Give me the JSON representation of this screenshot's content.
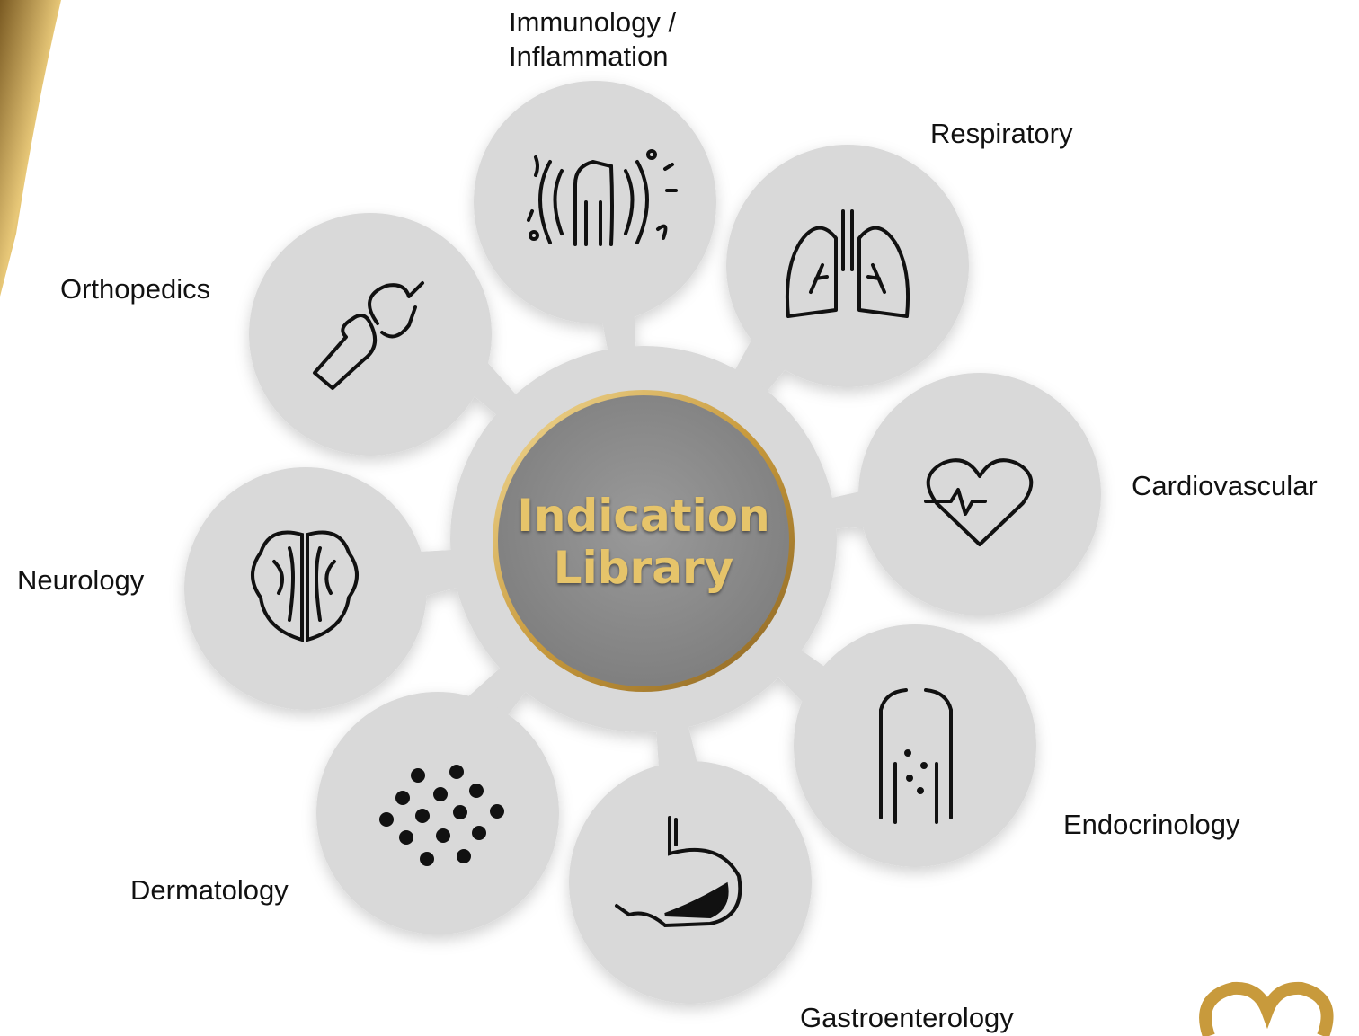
{
  "center": {
    "title_line1": "Indication",
    "title_line2": "Library"
  },
  "indications": [
    {
      "id": "immunology",
      "label_line1": "Immunology /",
      "label_line2": "Inflammation",
      "icon": "immune-body-icon"
    },
    {
      "id": "respiratory",
      "label": "Respiratory",
      "icon": "lungs-icon"
    },
    {
      "id": "cardiovascular",
      "label": "Cardiovascular",
      "icon": "heart-pulse-icon"
    },
    {
      "id": "endocrinology",
      "label": "Endocrinology",
      "icon": "torso-icon"
    },
    {
      "id": "gastroenterology",
      "label": "Gastroenterology",
      "icon": "stomach-icon"
    },
    {
      "id": "dermatology",
      "label": "Dermatology",
      "icon": "skin-dots-icon"
    },
    {
      "id": "neurology",
      "label": "Neurology",
      "icon": "brain-icon"
    },
    {
      "id": "orthopedics",
      "label": "Orthopedics",
      "icon": "joint-icon"
    }
  ],
  "colors": {
    "node_fill": "#d9d9d9",
    "center_fill": "#8c8c8c",
    "gold": "#d4a645",
    "text": "#111111"
  }
}
